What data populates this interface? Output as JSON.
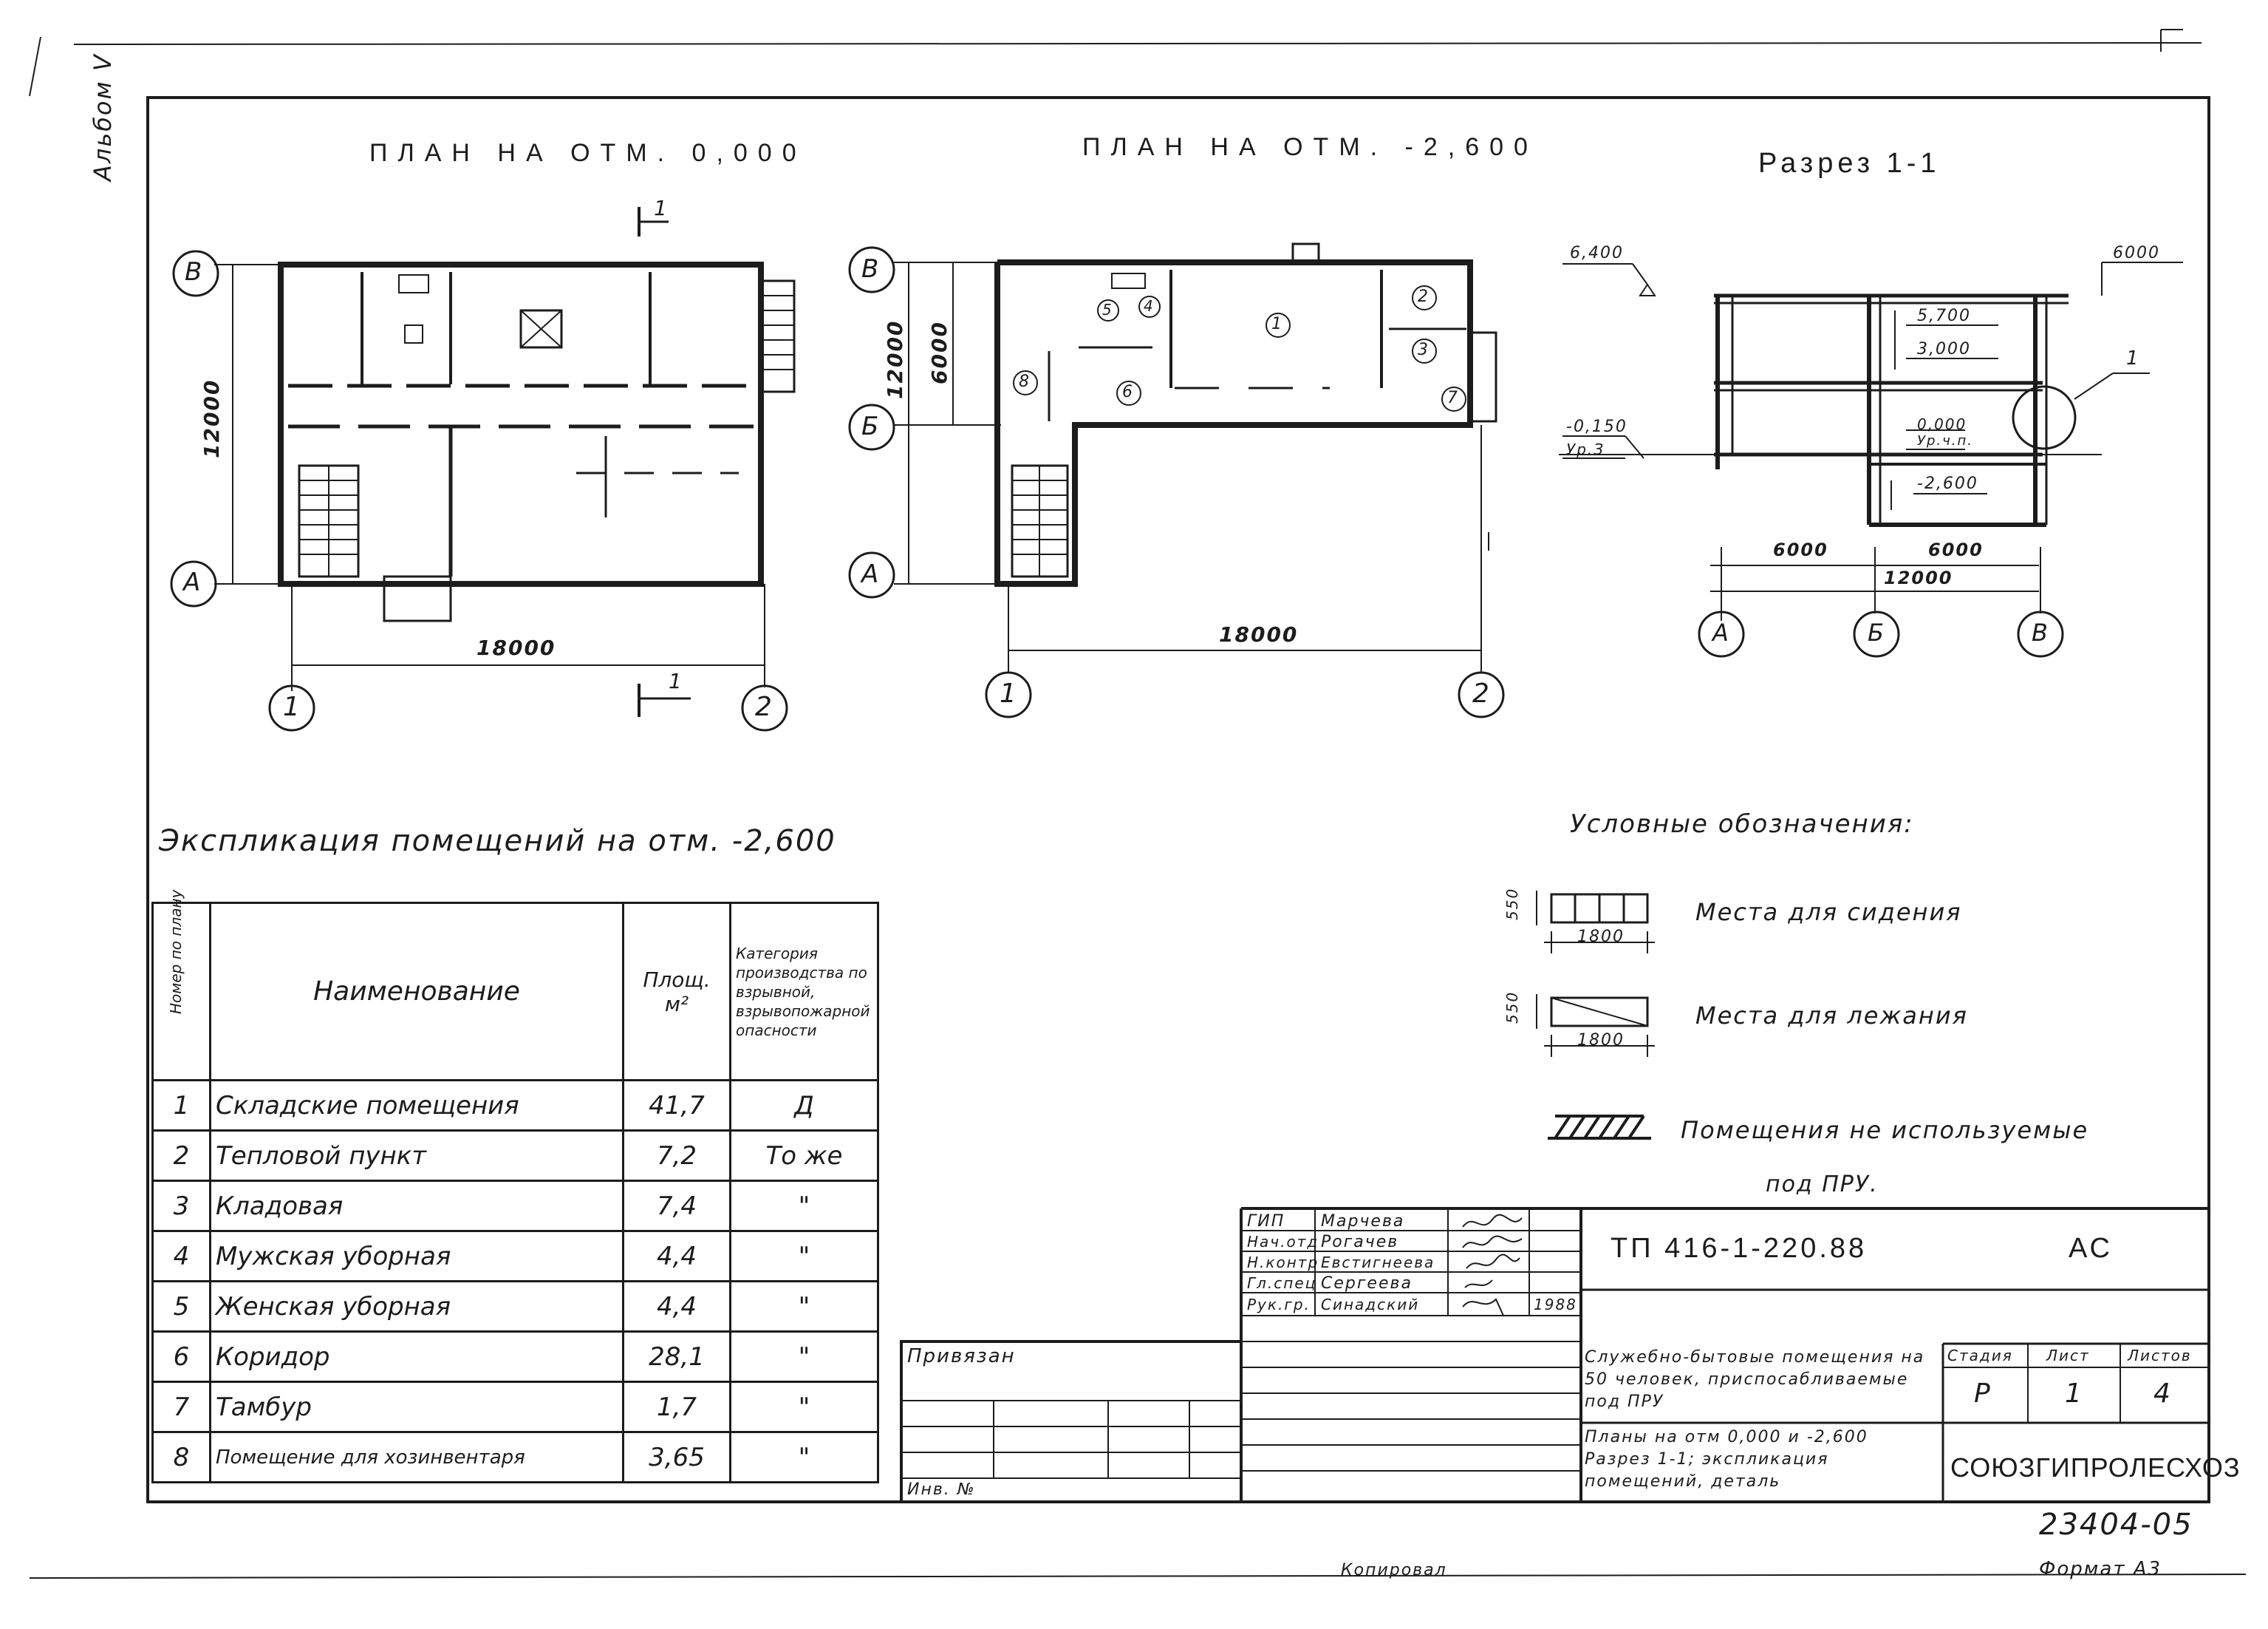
{
  "sheet": {
    "album_label": "Альбом V",
    "copied_by": "Копировал",
    "format": "Формат А3",
    "inventory_no": "23404-05"
  },
  "plan1": {
    "title": "ПЛАН НА ОТМ. 0,000",
    "dim_width": "18000",
    "dim_height": "12000",
    "axis_1": "1",
    "axis_2": "2",
    "axis_A": "А",
    "axis_B": "В",
    "cut_mark": "1"
  },
  "plan2": {
    "title": "ПЛАН НА ОТМ. -2,600",
    "dim_width": "18000",
    "dim_total": "12000",
    "dim_part": "6000",
    "axis_1": "1",
    "axis_2": "2",
    "axis_A": "А",
    "axis_Б": "Б",
    "axis_B": "В",
    "rooms": [
      "1",
      "2",
      "3",
      "4",
      "5",
      "6",
      "7",
      "8"
    ]
  },
  "section": {
    "title": "Разрез 1-1",
    "levels": [
      "6,400",
      "6000",
      "5,700",
      "3,000",
      "-0,150",
      "Ур.З",
      "0,000",
      "Ур.ч.п.",
      "-2,600"
    ],
    "detail_mark": "1",
    "dim_left": "6000",
    "dim_right": "6000",
    "dim_total": "12000",
    "axis_A": "А",
    "axis_Б": "Б",
    "axis_B": "В"
  },
  "legend": {
    "title": "Условные обозначения:",
    "seat_height": "550",
    "seat_width": "1800",
    "seat_text": "Места для сидения",
    "lie_height": "550",
    "lie_width": "1800",
    "lie_text": "Места для лежания",
    "unused_text": "Помещения не используемые",
    "unused_text2": "под ПРУ."
  },
  "explication": {
    "title": "Экспликация помещений на отм. -2,600",
    "headers": {
      "num": "Номер по плану",
      "name": "Наименование",
      "area": "Площ. м²",
      "category": "Категория производства по взрывной, взрывопожарной опасности"
    },
    "rows": [
      {
        "num": "1",
        "name": "Складские помещения",
        "area": "41,7",
        "cat": "Д"
      },
      {
        "num": "2",
        "name": "Тепловой пункт",
        "area": "7,2",
        "cat": "То же"
      },
      {
        "num": "3",
        "name": "Кладовая",
        "area": "7,4",
        "cat": "\""
      },
      {
        "num": "4",
        "name": "Мужская уборная",
        "area": "4,4",
        "cat": "\""
      },
      {
        "num": "5",
        "name": "Женская уборная",
        "area": "4,4",
        "cat": "\""
      },
      {
        "num": "6",
        "name": "Коридор",
        "area": "28,1",
        "cat": "\""
      },
      {
        "num": "7",
        "name": "Тамбур",
        "area": "1,7",
        "cat": "\""
      },
      {
        "num": "8",
        "name": "Помещение для хозинвентаря",
        "area": "3,65",
        "cat": "\""
      }
    ]
  },
  "titleblock": {
    "privyazan": "Привязан",
    "inv": "Инв. №",
    "signers": [
      {
        "role": "ГИП",
        "name": "Марчева"
      },
      {
        "role": "Нач.отд",
        "name": "Рогачев"
      },
      {
        "role": "Н.контр",
        "name": "Евстигнеева"
      },
      {
        "role": "Гл.спец",
        "name": "Сергеева"
      },
      {
        "role": "Рук.гр.",
        "name": "Синадский"
      }
    ],
    "year": "1988",
    "code": "ТП 416-1-220.88",
    "mark": "АС",
    "description": "Служебно-бытовые помещения на 50 человек, приспосабливаемые под ПРУ",
    "stage_label": "Стадия",
    "sheet_label": "Лист",
    "sheets_label": "Листов",
    "stage": "Р",
    "sheet": "1",
    "sheets": "4",
    "content": "Планы на отм 0,000 и -2,600 Разрез 1-1; экспликация помещений, деталь",
    "org": "СОЮЗГИПРОЛЕСХОЗ"
  }
}
